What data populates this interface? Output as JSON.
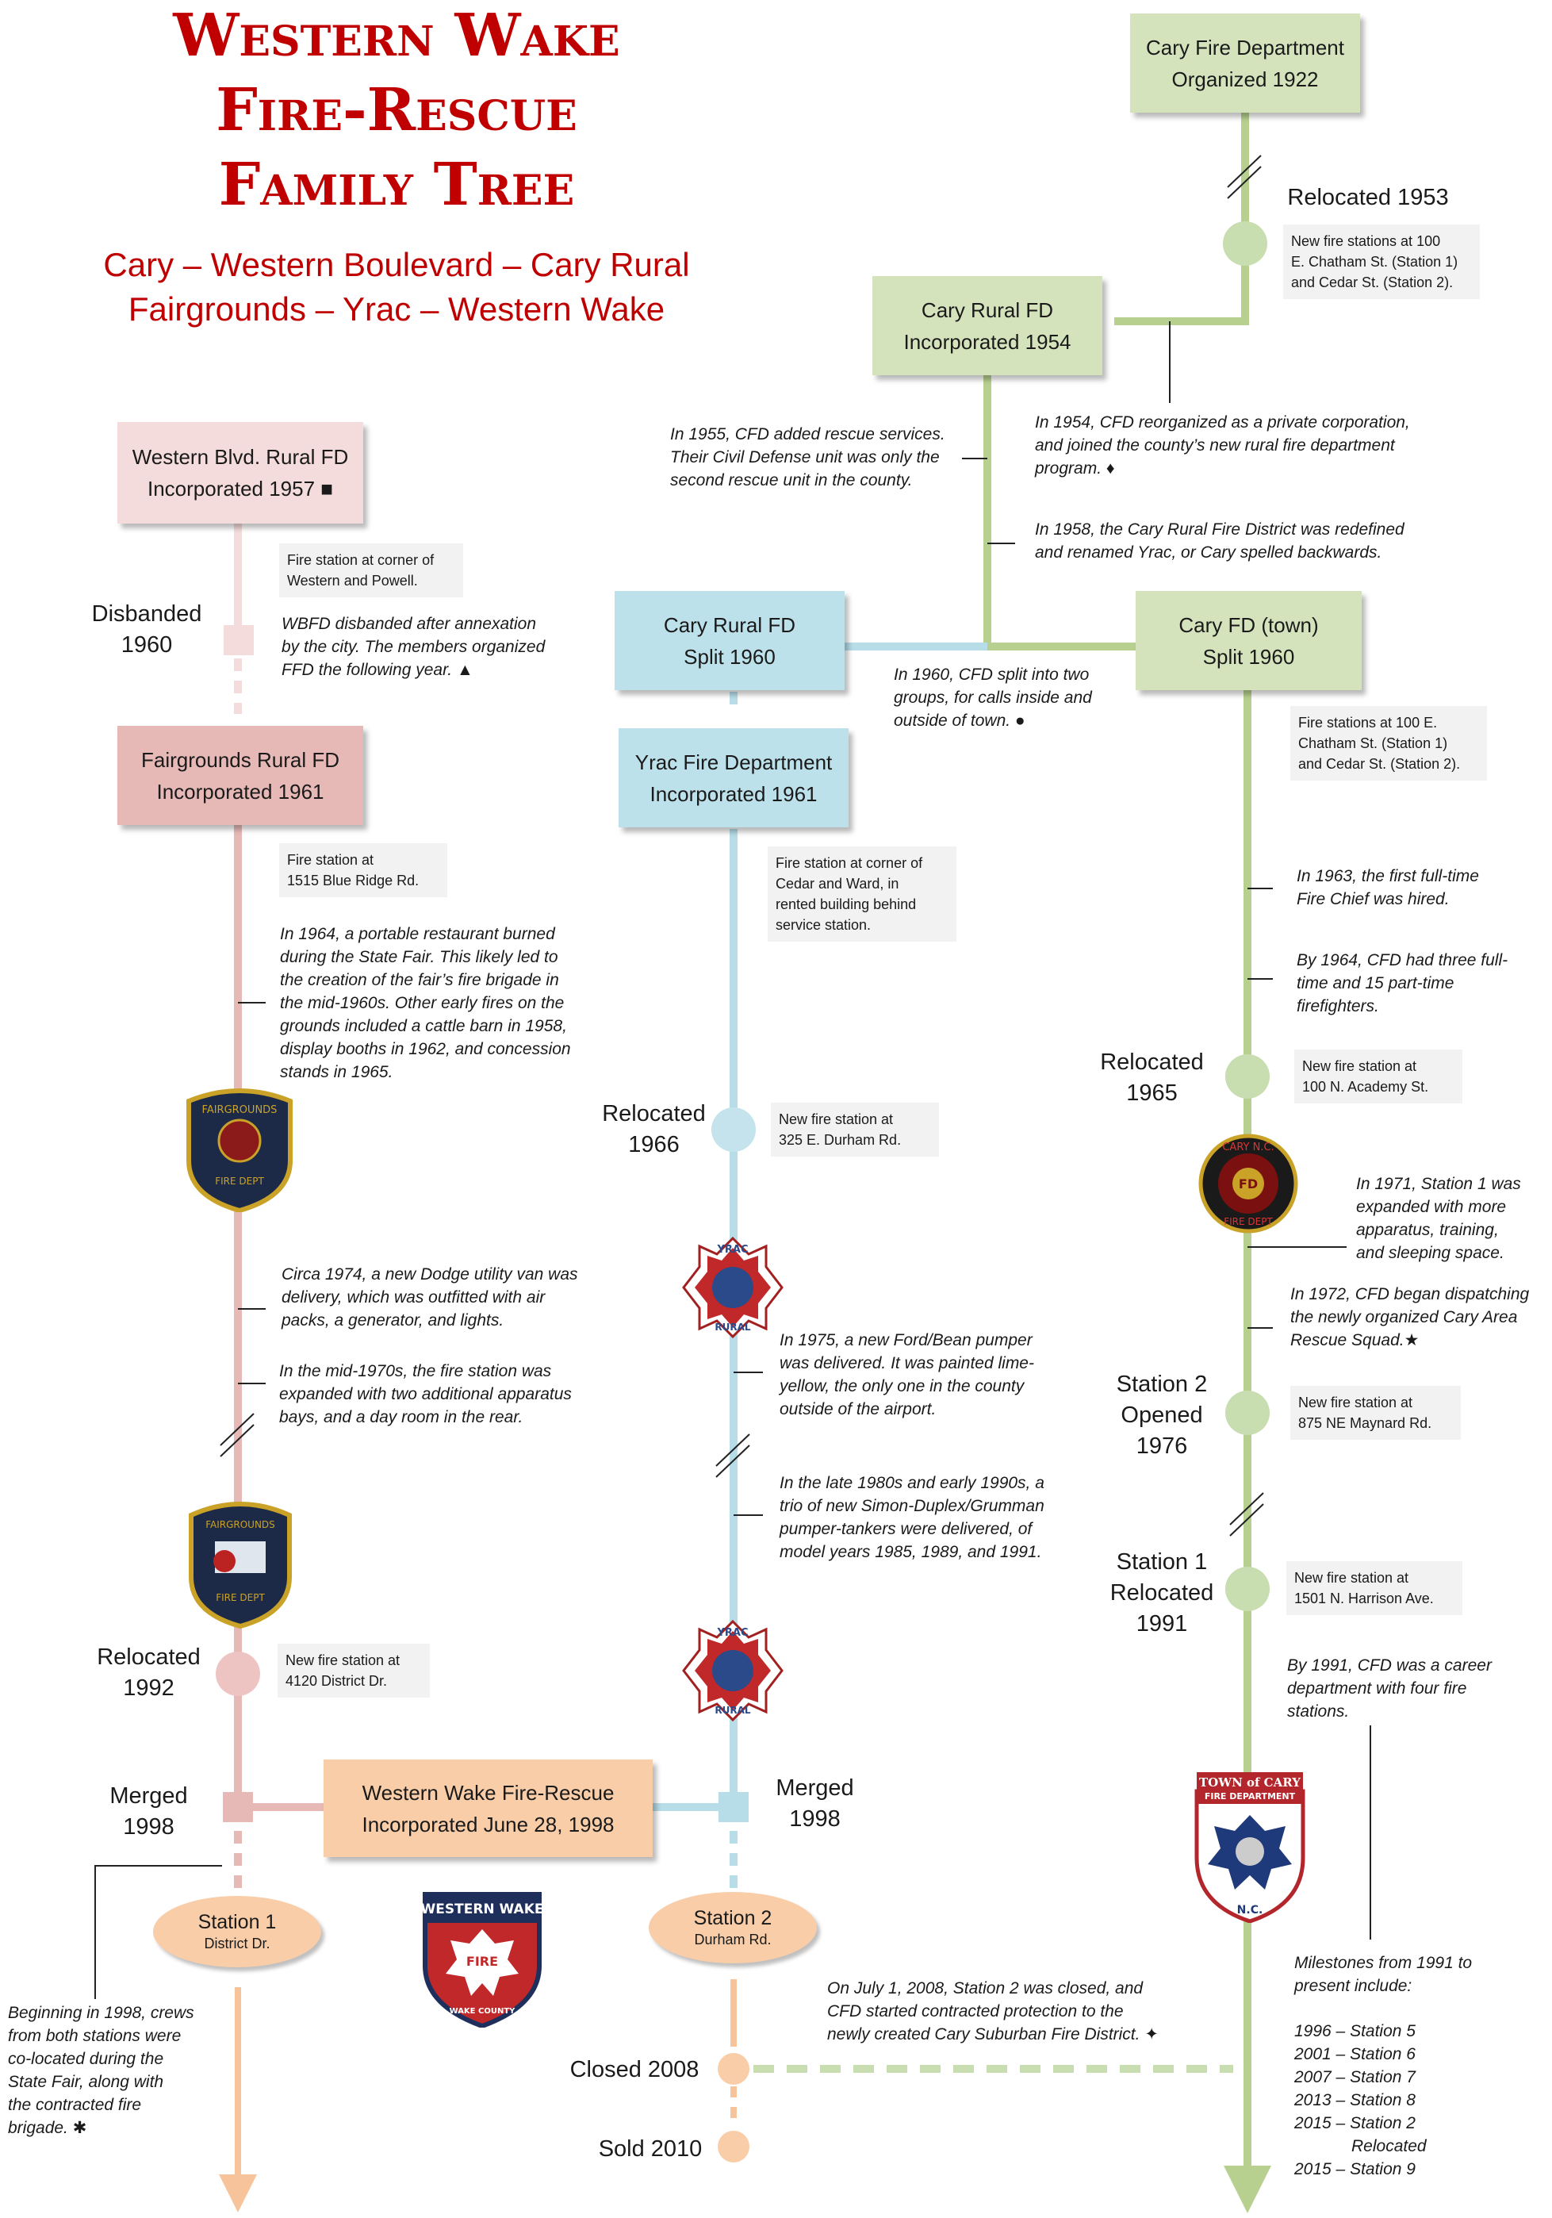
{
  "title": {
    "line1": "Western Wake",
    "line2": "Fire-Rescue",
    "line3": "Family Tree"
  },
  "subtitle": {
    "line1": "Cary – Western Boulevard – Cary Rural",
    "line2": "Fairgrounds – Yrac – Western Wake"
  },
  "colors": {
    "title": "#c00000",
    "green": "#b7d08f",
    "pink": "#f3dcdb",
    "rose": "#e6b9b7",
    "blue": "#b7dde8",
    "orange": "#f9c9a0"
  },
  "boxes": {
    "cary_fd": {
      "line1": "Cary Fire Department",
      "line2": "Organized 1922"
    },
    "cary_rural": {
      "line1": "Cary Rural FD",
      "line2": "Incorporated 1954"
    },
    "western_blvd": {
      "line1": "Western Blvd. Rural FD",
      "line2": "Incorporated 1957 ■"
    },
    "cary_rural_split": {
      "line1": "Cary Rural FD",
      "line2": "Split 1960"
    },
    "cary_town": {
      "line1": "Cary FD (town)",
      "line2": "Split 1960"
    },
    "fairgrounds": {
      "line1": "Fairgrounds Rural FD",
      "line2": "Incorporated 1961"
    },
    "yrac": {
      "line1": "Yrac Fire Department",
      "line2": "Incorporated 1961"
    },
    "western_wake": {
      "line1": "Western Wake Fire-Rescue",
      "line2": "Incorporated June 28, 1998"
    }
  },
  "ovals": {
    "station1": {
      "name": "Station 1",
      "place": "District Dr."
    },
    "station2": {
      "name": "Station 2",
      "place": "Durham Rd."
    }
  },
  "event_labels": {
    "relocated_1953": "Relocated 1953",
    "disbanded": {
      "line1": "Disbanded",
      "line2": "1960"
    },
    "relocated_1965": {
      "line1": "Relocated",
      "line2": "1965"
    },
    "relocated_1966": {
      "line1": "Relocated",
      "line2": "1966"
    },
    "station2_opened": {
      "line1": "Station 2",
      "line2": "Opened",
      "line3": "1976"
    },
    "station1_relocated": {
      "line1": "Station 1",
      "line2": "Relocated",
      "line3": "1991"
    },
    "relocated_1992": {
      "line1": "Relocated",
      "line2": "1992"
    },
    "merged_left": {
      "line1": "Merged",
      "line2": "1998"
    },
    "merged_right": {
      "line1": "Merged",
      "line2": "1998"
    },
    "closed_2008": "Closed 2008",
    "sold_2010": "Sold 2010"
  },
  "notes": {
    "n1953": [
      "New fire stations at 100",
      "E. Chatham St. (Station 1)",
      "and Cedar St. (Station 2)."
    ],
    "western_powell": [
      "Fire station at corner of",
      "Western and Powell."
    ],
    "chatham_cedar": [
      "Fire stations at 100 E.",
      "Chatham St. (Station 1)",
      "and Cedar St. (Station 2)."
    ],
    "blue_ridge": [
      "Fire station at",
      "1515 Blue Ridge Rd."
    ],
    "cedar_ward": [
      "Fire station at corner of",
      "Cedar and Ward, in",
      "rented building behind",
      "service station."
    ],
    "academy": [
      "New fire station at",
      "100 N. Academy St."
    ],
    "durham": [
      "New fire station at",
      "325 E. Durham Rd."
    ],
    "maynard": [
      "New fire station at",
      "875 NE Maynard Rd."
    ],
    "harrison": [
      "New fire station at",
      "1501 N. Harrison Ave."
    ],
    "district": [
      "New fire station at",
      "4120 District Dr."
    ]
  },
  "texts": {
    "rescue_1955": [
      "In 1955, CFD added rescue services.",
      "Their Civil Defense unit was only the",
      "second rescue unit in the county."
    ],
    "reorg_1954": [
      "In 1954, CFD reorganized as a private corporation,",
      "and joined the county’s new rural fire department",
      "program. ♦"
    ],
    "yrac_1958": [
      "In 1958, the Cary Rural Fire District was redefined",
      "and renamed Yrac, or Cary spelled backwards."
    ],
    "wbfd": [
      "WBFD disbanded after annexation",
      "by the city. The members organized",
      "FFD the following year. ▲"
    ],
    "split_1960": [
      "In 1960, CFD split into two",
      "groups, for calls inside and",
      "outside of town. ●"
    ],
    "chief_1963": [
      "In 1963, the first full-time",
      "Fire Chief was hired."
    ],
    "cfd_1964": [
      "By 1964, CFD had three full-",
      "time and 15 part-time",
      "firefighters."
    ],
    "fair_1964": [
      "In 1964, a portable restaurant burned",
      "during the State Fair. This likely led to",
      "the creation of the fair’s fire brigade in",
      "the mid-1960s. Other early fires on the",
      "grounds included a cattle barn in 1958,",
      "display booths in 1962, and concession",
      "stands in 1965."
    ],
    "st1_1971": [
      "In 1971, Station 1 was",
      "expanded with more",
      "apparatus, training,",
      "and sleeping space."
    ],
    "dodge_1974": [
      "Circa 1974, a new Dodge utility van was",
      "delivery, which was outfitted with air",
      "packs, a generator, and lights."
    ],
    "dispatch_1972": [
      "In 1972, CFD began dispatching",
      "the newly organized Cary Area",
      "Rescue Squad.★"
    ],
    "pumper_1975": [
      "In 1975, a new Ford/Bean pumper",
      "was delivered. It was painted lime-",
      "yellow, the only one in the county",
      "outside of the airport."
    ],
    "expanded_1970s": [
      "In the mid-1970s, the fire station was",
      "expanded with two additional apparatus",
      "bays, and a day room in the rear."
    ],
    "simon_1980s": [
      "In the late 1980s and early 1990s, a",
      "trio of new Simon-Duplex/Grumman",
      "pumper-tankers were delivered, of",
      "model years 1985, 1989, and 1991."
    ],
    "career_1991": [
      "By 1991, CFD was a career",
      "department with four fire",
      "stations."
    ],
    "colocated_1998": [
      "Beginning in 1998, crews",
      "from both stations were",
      "co-located during the",
      "State Fair, along with",
      "the contracted fire",
      "brigade. ✱"
    ],
    "closed_2008": [
      "On July 1, 2008, Station 2 was closed, and",
      "CFD started contracted protection to the",
      "newly created Cary Suburban Fire District. ✦"
    ],
    "milestones_head": [
      "Milestones from 1991 to",
      "present include:"
    ],
    "milestones": [
      "1996 – Station 5",
      "2001 – Station 6",
      "2007 – Station 7",
      "2013 – Station 8",
      "2015 – Station 2",
      "Relocated",
      "2015 – Station 9"
    ]
  },
  "patches": {
    "fairgrounds1": {
      "top": "FAIRGROUNDS",
      "bottom": "FIRE DEPT"
    },
    "fairgrounds2": {
      "top": "FAIRGROUNDS",
      "bottom": "FIRE DEPT"
    },
    "cary_round": {
      "top": "CARY N.C.",
      "center": "FD",
      "bottom": "FIRE DEPT"
    },
    "yrac": {
      "top": "YRAC",
      "bottom": "RURAL"
    },
    "town_cary": {
      "top": "TOWN of CARY",
      "sub": "FIRE DEPARTMENT",
      "bottom": "N.C."
    },
    "western_wake": {
      "top": "WESTERN WAKE",
      "mid": "FIRE",
      "bottom": "WAKE COUNTY"
    }
  }
}
